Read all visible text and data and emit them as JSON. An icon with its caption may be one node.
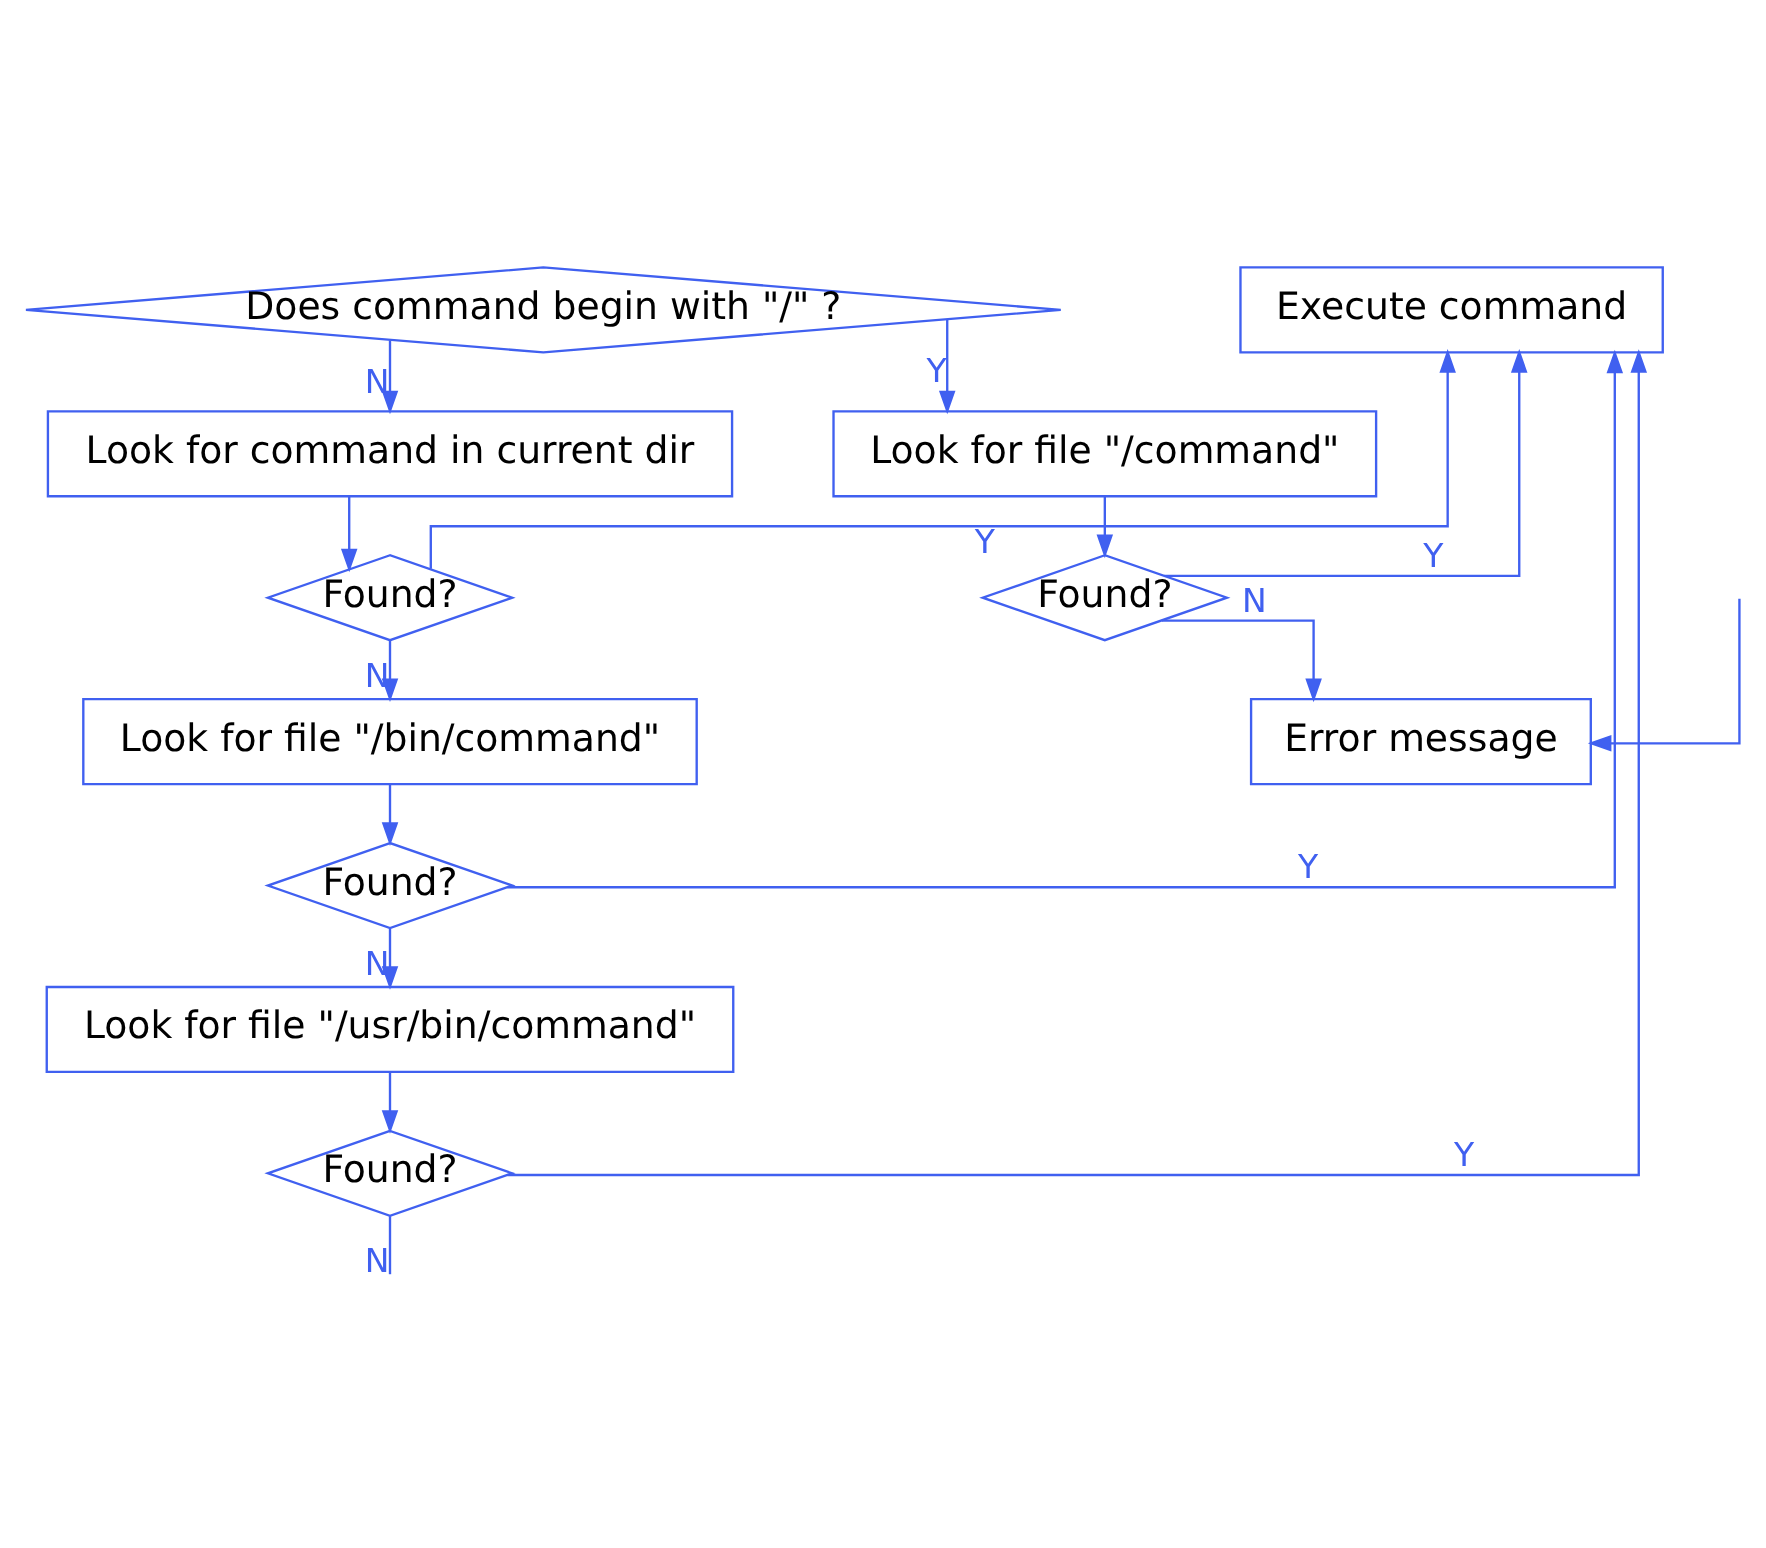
{
  "diagram": {
    "nodes": [
      {
        "text": [
          "Does command begin with \"/\" ?"
        ]
      },
      {
        "text": [
          "Look for command in current dir"
        ]
      },
      {
        "text": [
          "Look for file \"/command\""
        ]
      },
      {
        "text": [
          "Found?"
        ]
      },
      {
        "text": [
          "Execute command"
        ]
      },
      {
        "text": [
          "Found?"
        ]
      },
      {
        "text": [
          "Look for file \"/bin/command\""
        ]
      },
      {
        "text": [
          "Error message"
        ]
      },
      {
        "text": [
          "Found?"
        ]
      },
      {
        "text": [
          "Look for file \"/usr/bin/command\""
        ]
      },
      {
        "text": [
          "Found?"
        ]
      }
    ],
    "edges": [
      {
        "from": 0,
        "to": 1,
        "arrow": "to",
        "label": "N"
      },
      {
        "from": 0,
        "to": 2,
        "arrow": "to",
        "label": "Y"
      },
      {
        "from": 1,
        "to": 3,
        "arrow": "to"
      },
      {
        "from": 3,
        "to": 4,
        "arrow": "to",
        "label": "Y"
      },
      {
        "from": 3,
        "to": 6,
        "arrow": "to",
        "label": "N"
      },
      {
        "from": 2,
        "to": 5,
        "arrow": "to"
      },
      {
        "from": 5,
        "to": 4,
        "arrow": "to",
        "label": "Y"
      },
      {
        "from": 5,
        "to": 7,
        "arrow": "to",
        "label": "N"
      },
      {
        "from": 6,
        "to": 8,
        "arrow": "to"
      },
      {
        "from": 8,
        "to": 4,
        "arrow": "to",
        "label": "Y"
      },
      {
        "from": 8,
        "to": 9,
        "arrow": "to",
        "label": "N"
      },
      {
        "from": 9,
        "to": 10,
        "arrow": "to"
      },
      {
        "from": 10,
        "to": 4,
        "arrow": "to",
        "label": "Y"
      },
      {
        "from": 10,
        "to": null,
        "arrow": "none",
        "label": "N"
      },
      {
        "from": null,
        "to": 7,
        "arrow": "to"
      }
    ]
  }
}
